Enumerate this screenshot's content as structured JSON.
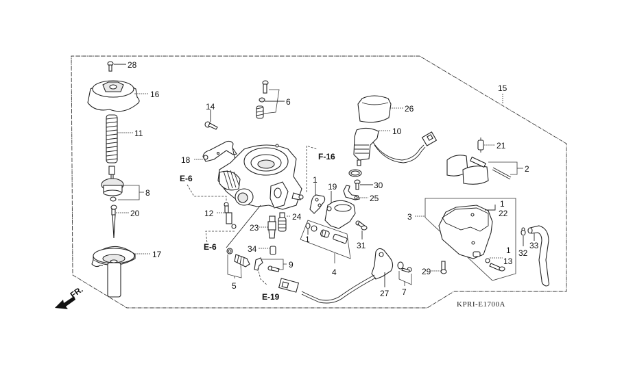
{
  "diagram": {
    "title": "Carburetor exploded parts diagram",
    "drawing_code": "KPRI-E1700A",
    "front_indicator": "FR.",
    "references": [
      {
        "id": "ref-e6-top",
        "text": "E-6"
      },
      {
        "id": "ref-e6-bottom",
        "text": "E-6"
      },
      {
        "id": "ref-f16",
        "text": "F-16"
      },
      {
        "id": "ref-e19",
        "text": "E-19"
      }
    ],
    "callouts": {
      "c28": "28",
      "c16": "16",
      "c11": "11",
      "c8": "8",
      "c20": "20",
      "c17": "17",
      "c14": "14",
      "c6": "6",
      "c18": "18",
      "c12": "12",
      "c23": "23",
      "c24": "24",
      "c34": "34",
      "c9": "9",
      "c5": "5",
      "c26": "26",
      "c10": "10",
      "c30": "30",
      "c25": "25",
      "c19": "19",
      "c1a": "1",
      "c1b": "1",
      "c31": "31",
      "c4": "4",
      "c27": "27",
      "c7": "7",
      "c15": "15",
      "c21": "21",
      "c2": "2",
      "c3": "3",
      "c1c": "1",
      "c22": "22",
      "c1d": "1",
      "c13": "13",
      "c29": "29",
      "c32": "32",
      "c33": "33"
    }
  }
}
